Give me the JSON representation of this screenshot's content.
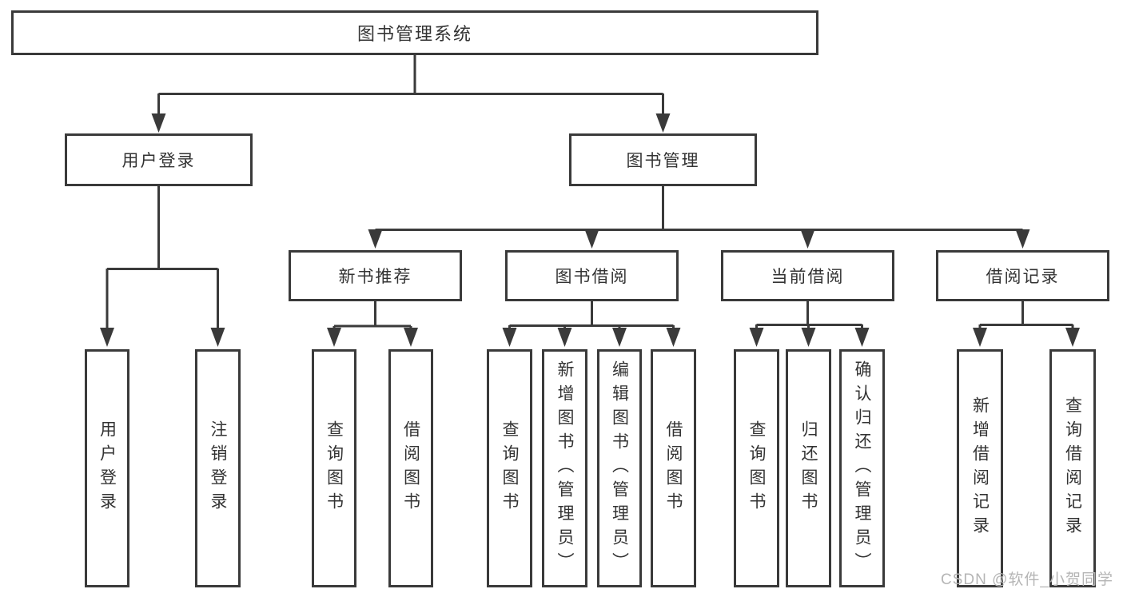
{
  "tree": {
    "root": "图书管理系统",
    "children": [
      {
        "label": "用户登录",
        "children": [
          "用户登录",
          "注销登录"
        ]
      },
      {
        "label": "图书管理",
        "children": [
          {
            "label": "新书推荐",
            "children": [
              "查询图书",
              "借阅图书"
            ]
          },
          {
            "label": "图书借阅",
            "children": [
              "查询图书",
              "新增图书（管理员）",
              "编辑图书（管理员）",
              "借阅图书"
            ]
          },
          {
            "label": "当前借阅",
            "children": [
              "查询图书",
              "归还图书",
              "确认归还（管理员）"
            ]
          },
          {
            "label": "借阅记录",
            "children": [
              "新增借阅记录",
              "查询借阅记录"
            ]
          }
        ]
      }
    ]
  },
  "watermark": {
    "text": "CSDN @软件_小贺同学"
  },
  "colors": {
    "line": "#3a3a3a",
    "text": "#333333",
    "box_background": "#ffffff",
    "watermark": "#b5b5b5",
    "background": "#ffffff"
  }
}
